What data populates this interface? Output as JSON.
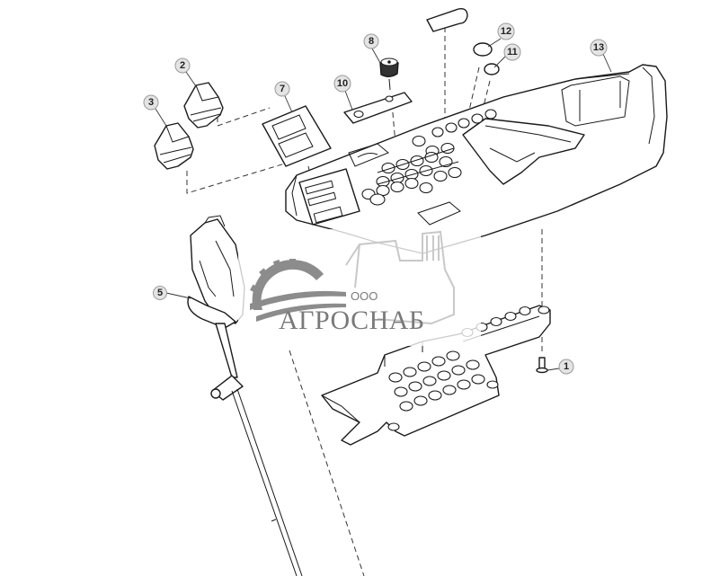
{
  "diagram": {
    "type": "exploded-parts-diagram",
    "callouts": [
      {
        "id": "1",
        "label": "1"
      },
      {
        "id": "2",
        "label": "2"
      },
      {
        "id": "3",
        "label": "3"
      },
      {
        "id": "5",
        "label": "5"
      },
      {
        "id": "7",
        "label": "7"
      },
      {
        "id": "8",
        "label": "8"
      },
      {
        "id": "10",
        "label": "10"
      },
      {
        "id": "11",
        "label": "11"
      },
      {
        "id": "12",
        "label": "12"
      },
      {
        "id": "13",
        "label": "13"
      }
    ]
  },
  "watermark": {
    "prefix": "ООО",
    "brand": "АГРОСНАБ",
    "colors": {
      "text": "#7a7a7a",
      "gear": "#8c8c8c"
    }
  },
  "colors": {
    "line": "#1a1a1a",
    "callout_fill": "#e4e4e4",
    "background": "#ffffff"
  }
}
